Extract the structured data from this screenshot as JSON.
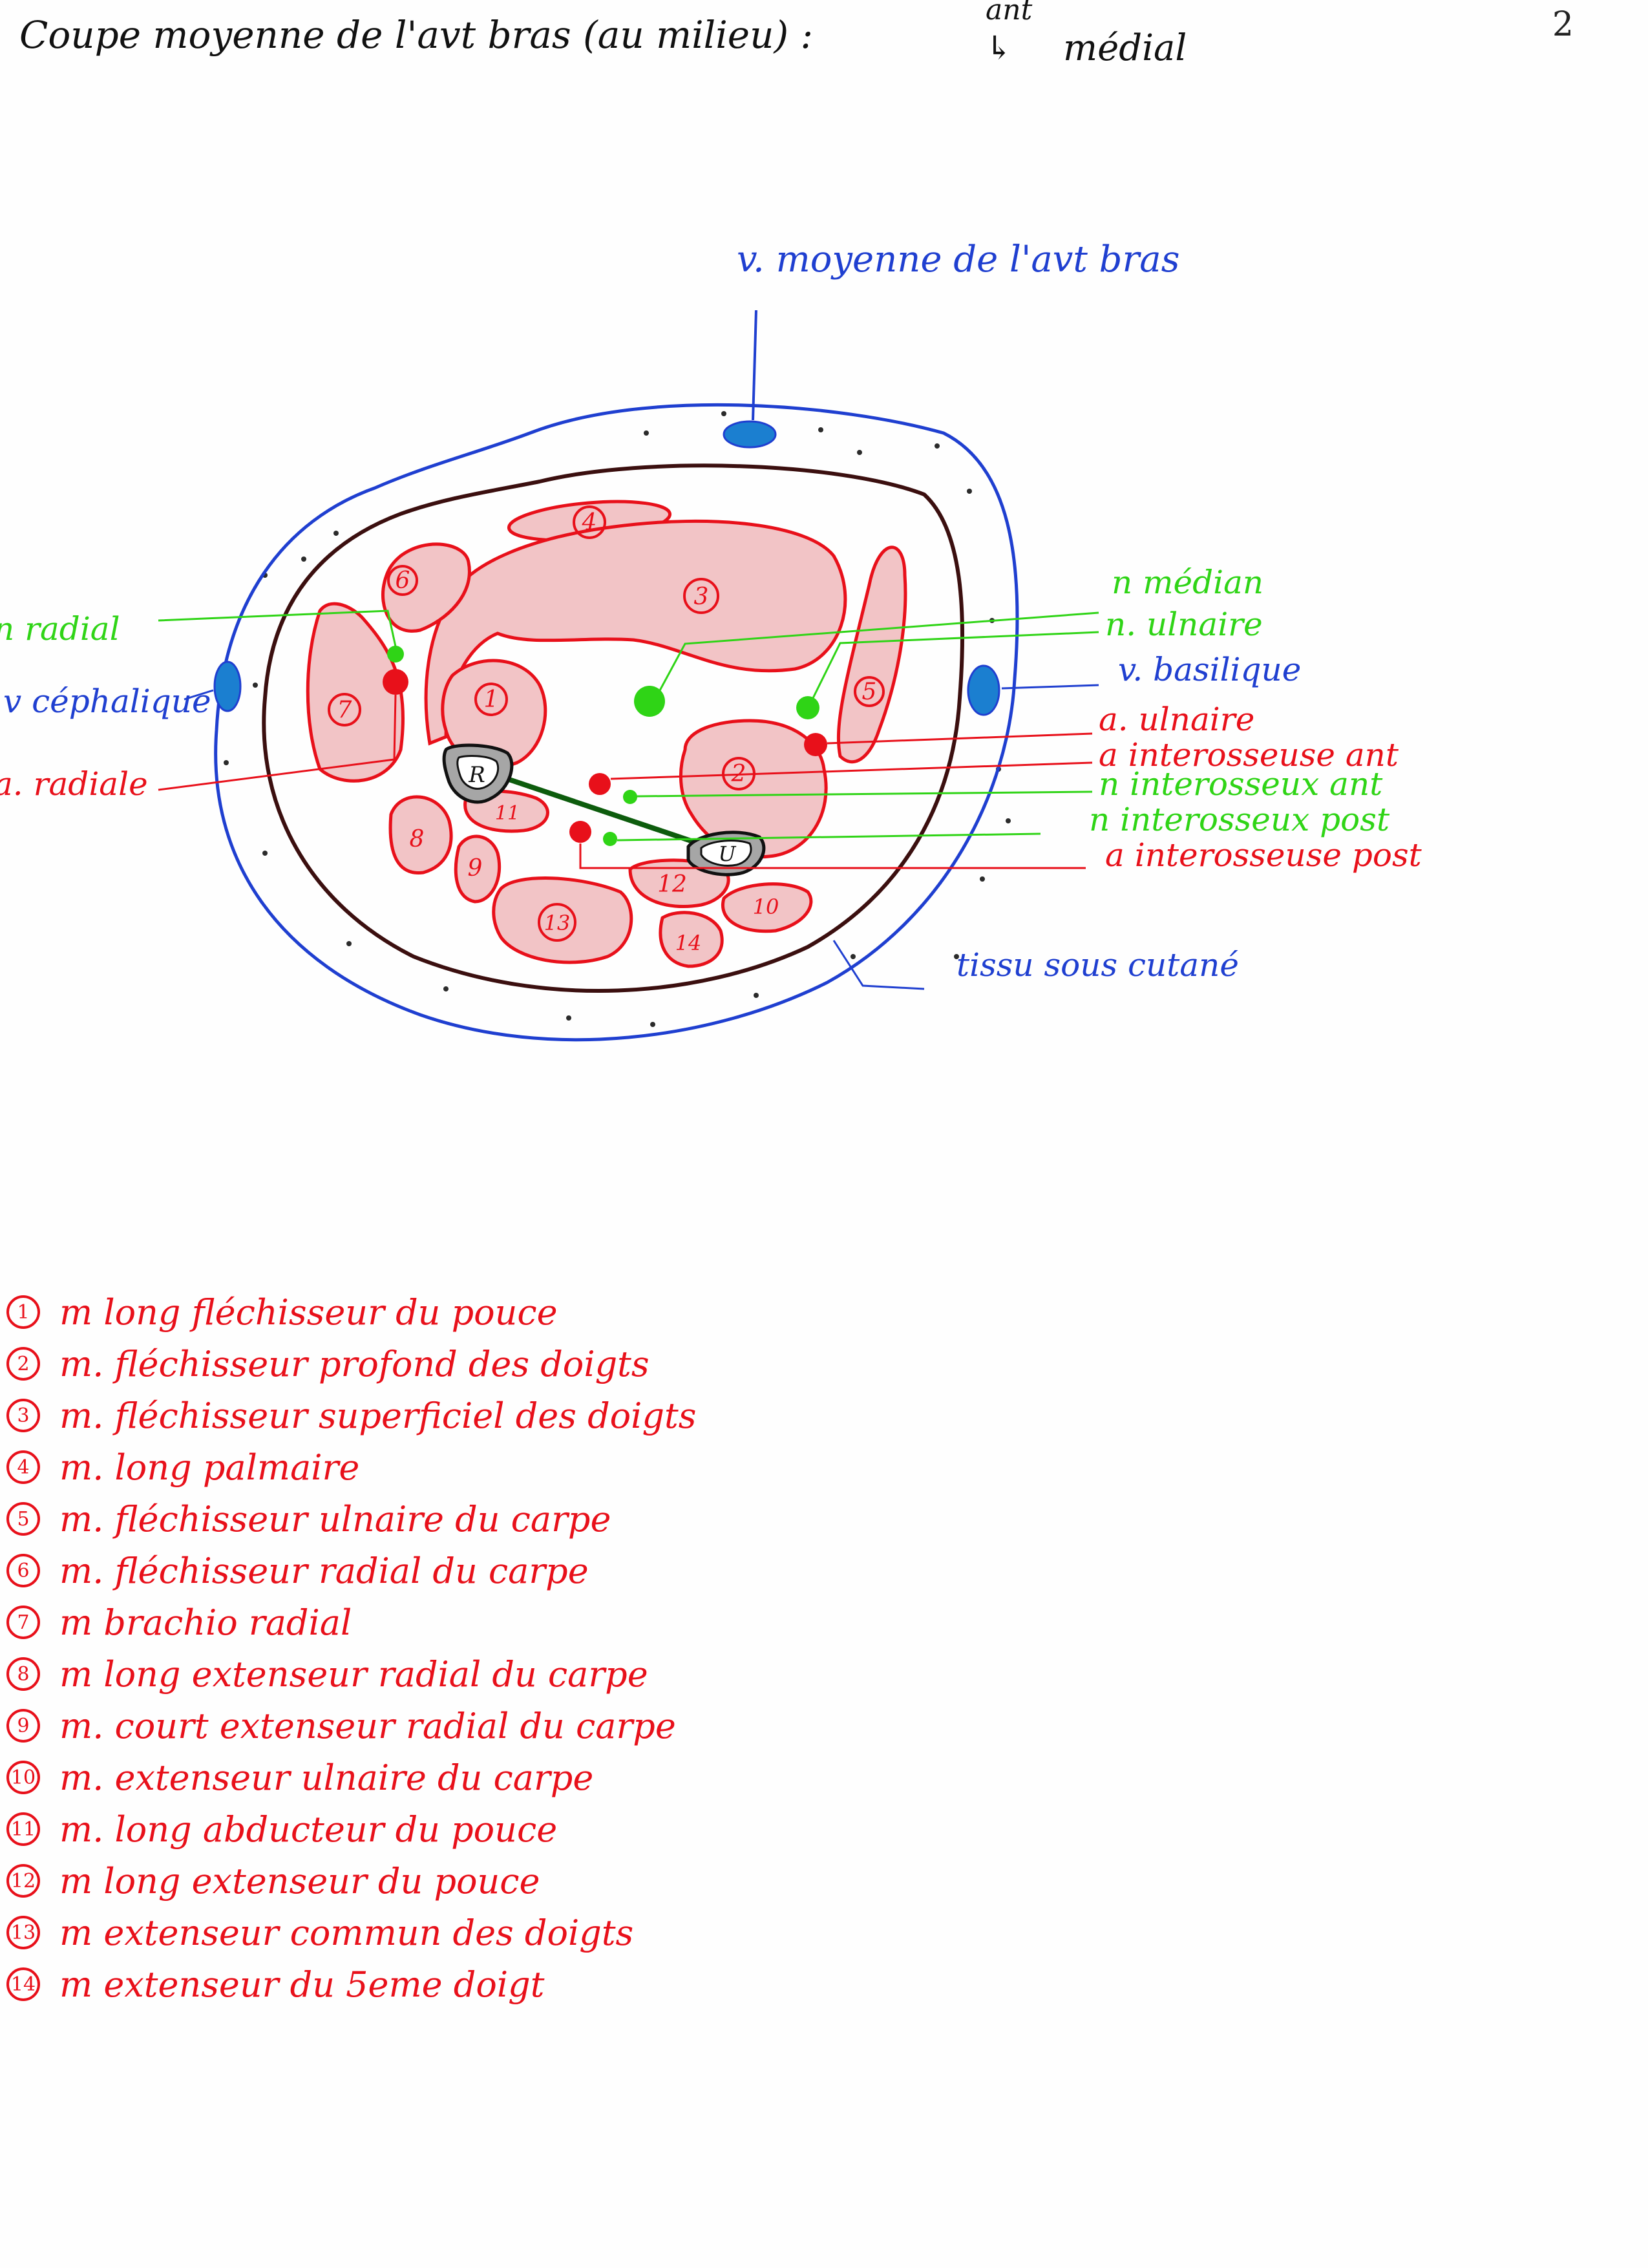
{
  "header": {
    "title": "Coupe moyenne de l'avt bras (au milieu) :",
    "orientation_top": "ant",
    "orientation_right": "médial",
    "page_number": "2"
  },
  "colors": {
    "muscle": "#e8101a",
    "muscle_fill": "#f2c4c6",
    "nerve": "#2fd416",
    "vein": "#1f3fd0",
    "vein_fill": "#1b7fd0",
    "artery": "#e8101a",
    "fascia": "#4a1414",
    "bone_fill": "#a6a6a6",
    "interosseous": "#0d5c0d"
  },
  "diagram": {
    "bones": {
      "radius": "R",
      "ulna": "U"
    },
    "muscle_numbers": [
      "1",
      "2",
      "3",
      "4",
      "5",
      "6",
      "7",
      "8",
      "9",
      "10",
      "11",
      "12",
      "13",
      "14"
    ],
    "labels": {
      "vein_median": "v. moyenne de l'avt bras",
      "nerve_radial": "n radial",
      "vein_cephalic": "v céphalique",
      "artery_radial": "a. radiale",
      "nerve_median": "n médian",
      "nerve_ulnar": "n. ulnaire",
      "vein_basilic": "v. basilique",
      "artery_ulnar": "a. ulnaire",
      "artery_interosseous_ant": "a interosseuse ant",
      "nerve_interosseous_ant": "n interosseux ant",
      "nerve_interosseous_post": "n interosseux post",
      "artery_interosseous_post": "a interosseuse post",
      "subcutaneous_tissue": "tissu sous cutané"
    }
  },
  "legend": [
    {
      "num": "1",
      "text": "m long fléchisseur du pouce"
    },
    {
      "num": "2",
      "text": "m. fléchisseur profond des doigts"
    },
    {
      "num": "3",
      "text": "m. fléchisseur superficiel des doigts"
    },
    {
      "num": "4",
      "text": "m. long palmaire"
    },
    {
      "num": "5",
      "text": "m. fléchisseur ulnaire du carpe"
    },
    {
      "num": "6",
      "text": "m. fléchisseur radial du carpe"
    },
    {
      "num": "7",
      "text": "m brachio radial"
    },
    {
      "num": "8",
      "text": "m long extenseur radial du carpe"
    },
    {
      "num": "9",
      "text": "m. court extenseur radial du carpe"
    },
    {
      "num": "10",
      "text": "m. extenseur ulnaire du carpe"
    },
    {
      "num": "11",
      "text": "m. long abducteur du pouce"
    },
    {
      "num": "12",
      "text": "m long extenseur du pouce"
    },
    {
      "num": "13",
      "text": "m extenseur commun des doigts"
    },
    {
      "num": "14",
      "text": "m extenseur du 5eme doigt"
    }
  ]
}
